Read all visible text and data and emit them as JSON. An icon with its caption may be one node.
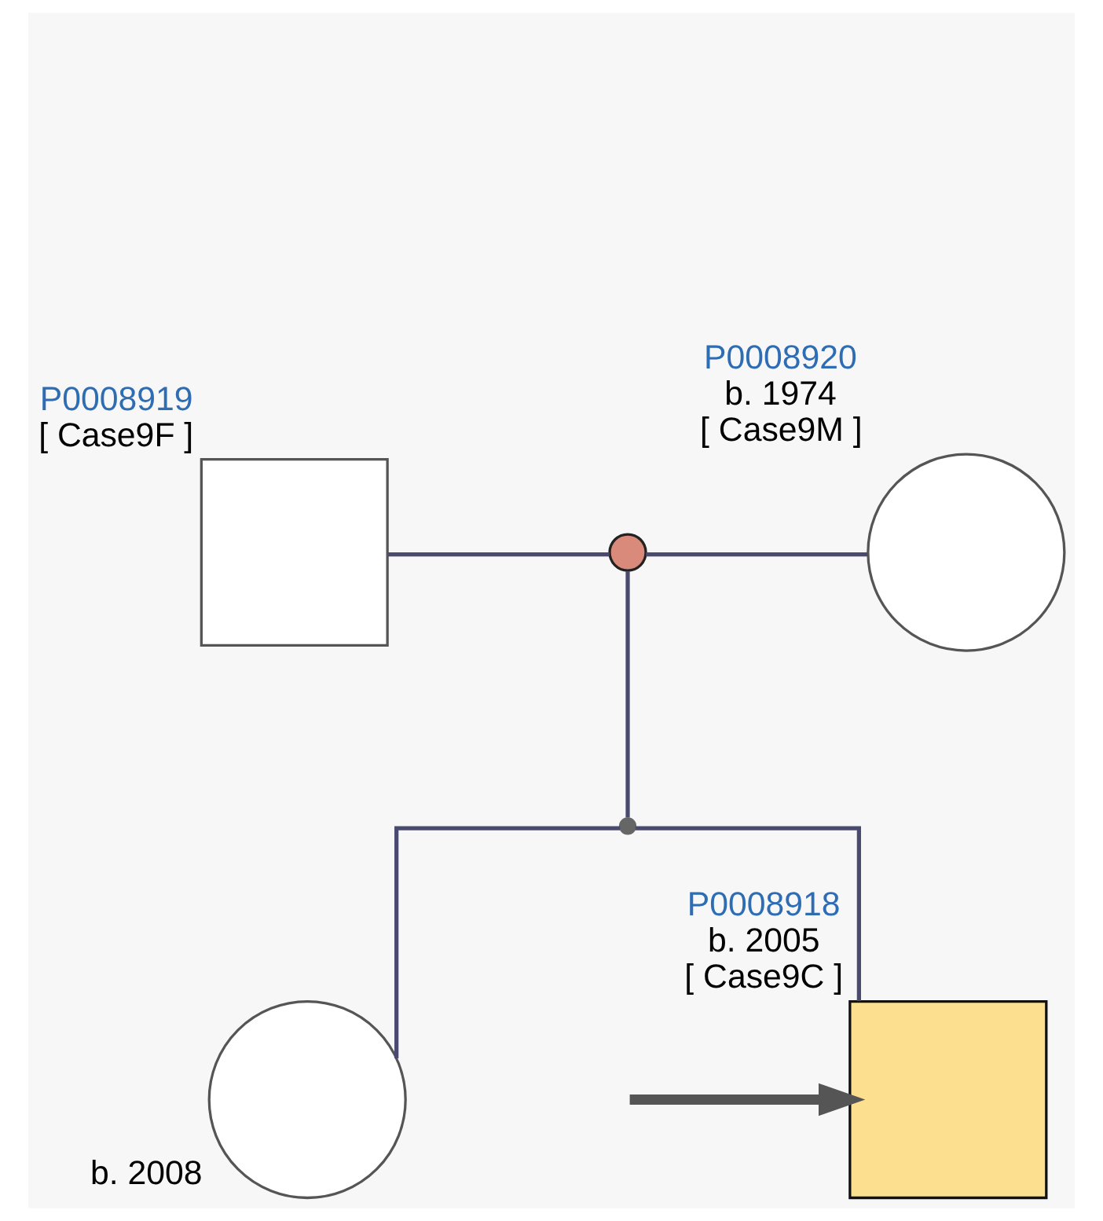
{
  "diagram": {
    "nodes": [
      {
        "text": [],
        "shape": "box",
        "beside": [
          "P0008919",
          "[ Case9F ]"
        ]
      },
      {
        "text": [],
        "shape": "circle"
      },
      {
        "text": [],
        "shape": "circle",
        "beside": [
          "P0008920",
          "b. 1974",
          "[ Case9M ]"
        ]
      },
      {
        "text": [],
        "shape": "dot"
      },
      {
        "text": [],
        "shape": "box",
        "beside": [
          "P0008918",
          "b. 2005",
          "[ Case9C ]"
        ]
      },
      {
        "text": [],
        "shape": "circle",
        "beside": [
          "b. 2008"
        ]
      }
    ],
    "edges": [
      {
        "from": 0,
        "to": 1,
        "arrow": "none"
      },
      {
        "from": 1,
        "to": 2,
        "arrow": "none"
      },
      {
        "from": 1,
        "to": 3,
        "arrow": "none"
      },
      {
        "from": 3,
        "to": 4,
        "arrow": "none"
      },
      {
        "from": 3,
        "to": 5,
        "arrow": "none"
      },
      {
        "from": null,
        "to": 4,
        "arrow": "to",
        "style": "thick",
        "color": "#555555"
      }
    ]
  }
}
